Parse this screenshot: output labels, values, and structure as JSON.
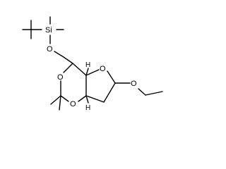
{
  "molecule": {
    "atoms": {
      "si": "Si",
      "o_silyl": "O",
      "o_ring_top": "O",
      "o_ring_bottom": "O",
      "o_furan": "O",
      "o_ethoxy": "O",
      "h_top": "H",
      "h_bottom": "H"
    }
  }
}
